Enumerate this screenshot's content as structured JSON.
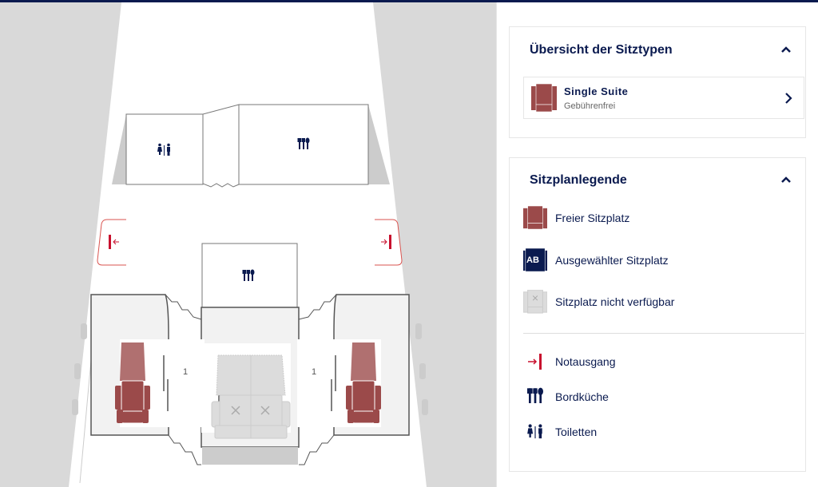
{
  "seatmap": {
    "row_left": "1",
    "row_right": "1",
    "colors": {
      "free": "#9b4a4a",
      "free_back": "#b07070",
      "unavailable": "#dcdcdc",
      "exit": "#c8102e",
      "icon": "#0a1a4f"
    }
  },
  "overview": {
    "title": "Übersicht der Sitztypen",
    "seat_type": {
      "name": "Single Suite",
      "price": "Gebührenfrei"
    }
  },
  "legend": {
    "title": "Sitzplanlegende",
    "items": [
      {
        "icon": "free-seat-icon",
        "label": "Freier Sitzplatz"
      },
      {
        "icon": "selected-seat-icon",
        "label": "Ausgewählter Sitzplatz",
        "badge": "AB"
      },
      {
        "icon": "unavailable-seat-icon",
        "label": "Sitzplatz nicht verfügbar"
      },
      {
        "icon": "exit-icon",
        "label": "Notausgang"
      },
      {
        "icon": "galley-icon",
        "label": "Bordküche"
      },
      {
        "icon": "toilet-icon",
        "label": "Toiletten"
      }
    ]
  }
}
